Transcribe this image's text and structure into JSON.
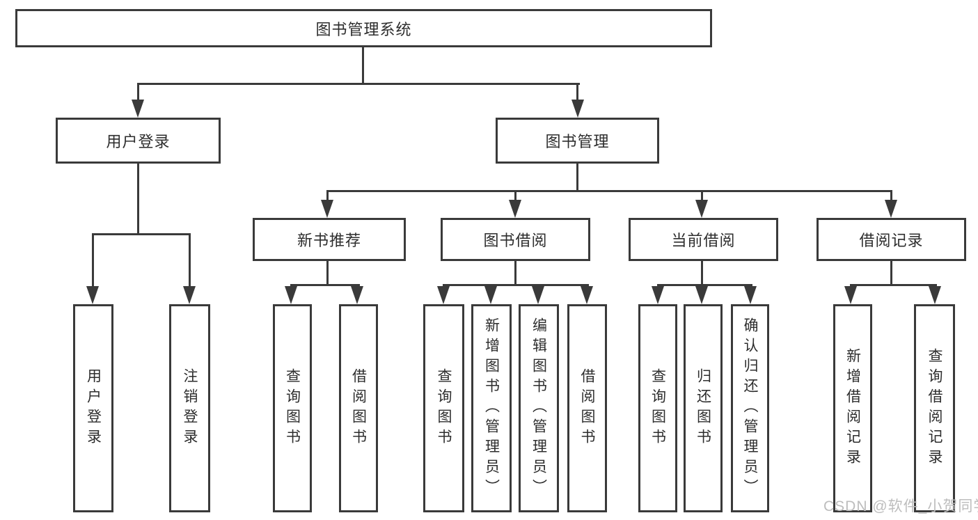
{
  "tree": {
    "root": "图书管理系统",
    "branches": [
      {
        "label": "用户登录",
        "children": [
          "用户登录",
          "注销登录"
        ]
      },
      {
        "label": "图书管理",
        "groups": [
          {
            "label": "新书推荐",
            "children": [
              "查询图书",
              "借阅图书"
            ]
          },
          {
            "label": "图书借阅",
            "children": [
              "查询图书",
              "新增图书（管理员）",
              "编辑图书（管理员）",
              "借阅图书"
            ]
          },
          {
            "label": "当前借阅",
            "children": [
              "查询图书",
              "归还图书",
              "确认归还（管理员）"
            ]
          },
          {
            "label": "借阅记录",
            "children": [
              "新增借阅记录",
              "查询借阅记录"
            ]
          }
        ]
      }
    ]
  },
  "watermark": "CSDN @软件_小贺同学",
  "colors": {
    "line": "#3a3a3a",
    "text": "#2d2d2d",
    "watermark": "#bdbdbd",
    "background": "#ffffff"
  }
}
